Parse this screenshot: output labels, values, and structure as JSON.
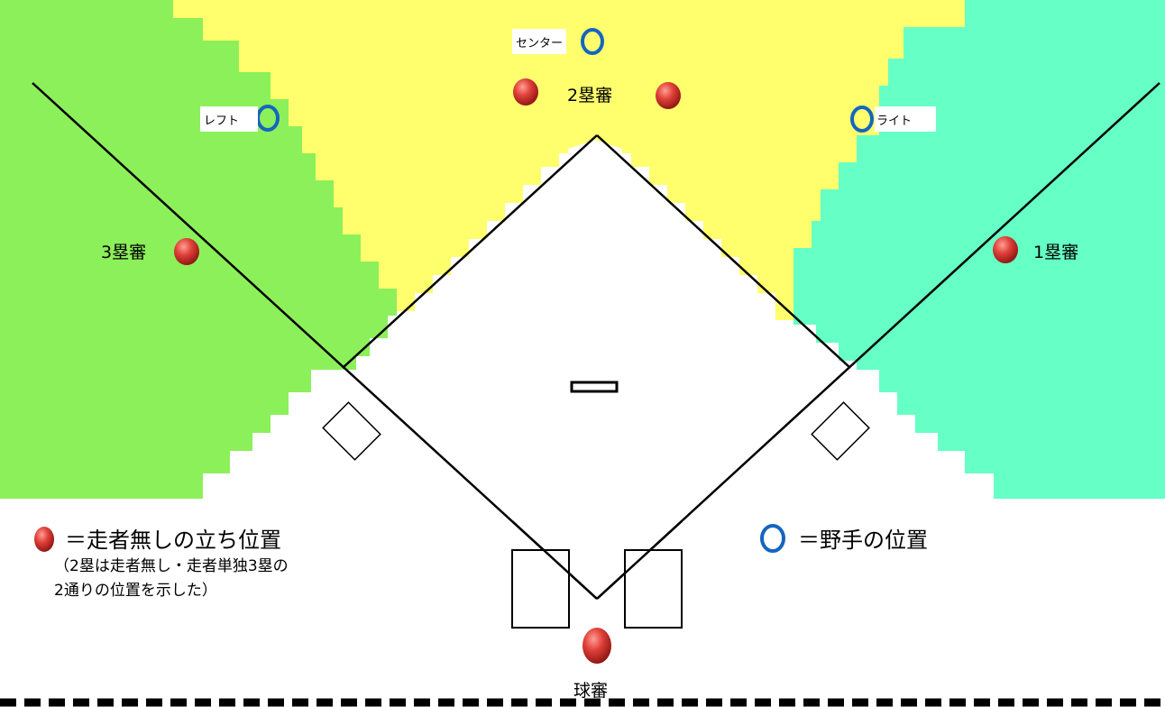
{
  "colors": {
    "left_zone": "#8cf05a",
    "center_zone": "#ffff6e",
    "right_zone": "#66ffc6",
    "umpire_fill": "#d8312c",
    "fielder_stroke": "#1565c0",
    "line": "#000000",
    "dash": "#000000"
  },
  "fielders": {
    "center": "センター",
    "left": "レフト",
    "right": "ライト"
  },
  "umpires": {
    "second": "2塁審",
    "third": "3塁審",
    "first": "1塁審",
    "home": "球審"
  },
  "legend": {
    "umpire_marker": "＝走者無しの立ち位置",
    "umpire_note_line1": "（2塁は走者無し・走者単独3塁の",
    "umpire_note_line2": "2通りの位置を示した）",
    "fielder_marker": "＝野手の位置"
  }
}
